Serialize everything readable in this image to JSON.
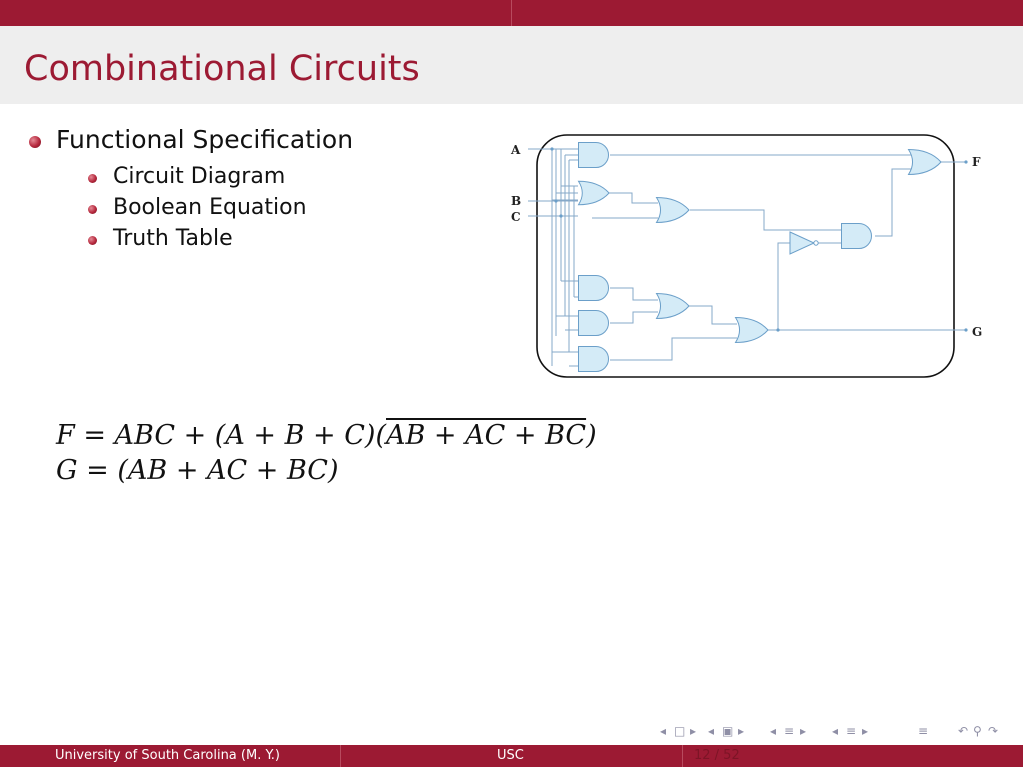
{
  "title": "Combinational Circuits",
  "bullets": {
    "main": "Functional Specification",
    "sub": [
      "Circuit Diagram",
      "Boolean Equation",
      "Truth Table"
    ]
  },
  "diagram": {
    "input_labels": [
      "A",
      "B",
      "C"
    ],
    "output_labels": [
      "F",
      "G"
    ]
  },
  "equations": {
    "f_lhs": "F = ABC + (A + B + C)(",
    "f_over": "AB + AC + BC",
    "f_close": ")",
    "g": "G = (AB + AC + BC)"
  },
  "footer": {
    "left": "University of South Carolina  (M. Y.)",
    "center": "USC",
    "page": "12 / 52"
  },
  "colors": {
    "brand": "#9c1a33",
    "gate_fill": "#d4ebf7",
    "gate_stroke": "#6b9fc9",
    "wire": "#86a8c8"
  },
  "nav_icons": [
    "nav-prev-frame-icon",
    "nav-frame-icon",
    "nav-next-frame-icon",
    "nav-prev-section-icon",
    "nav-section-icon",
    "nav-next-section-icon",
    "nav-prev-subsection-icon",
    "nav-subsection-icon",
    "nav-next-subsection-icon",
    "nav-outline-icon",
    "nav-back-icon",
    "nav-search-icon",
    "nav-forward-icon"
  ]
}
